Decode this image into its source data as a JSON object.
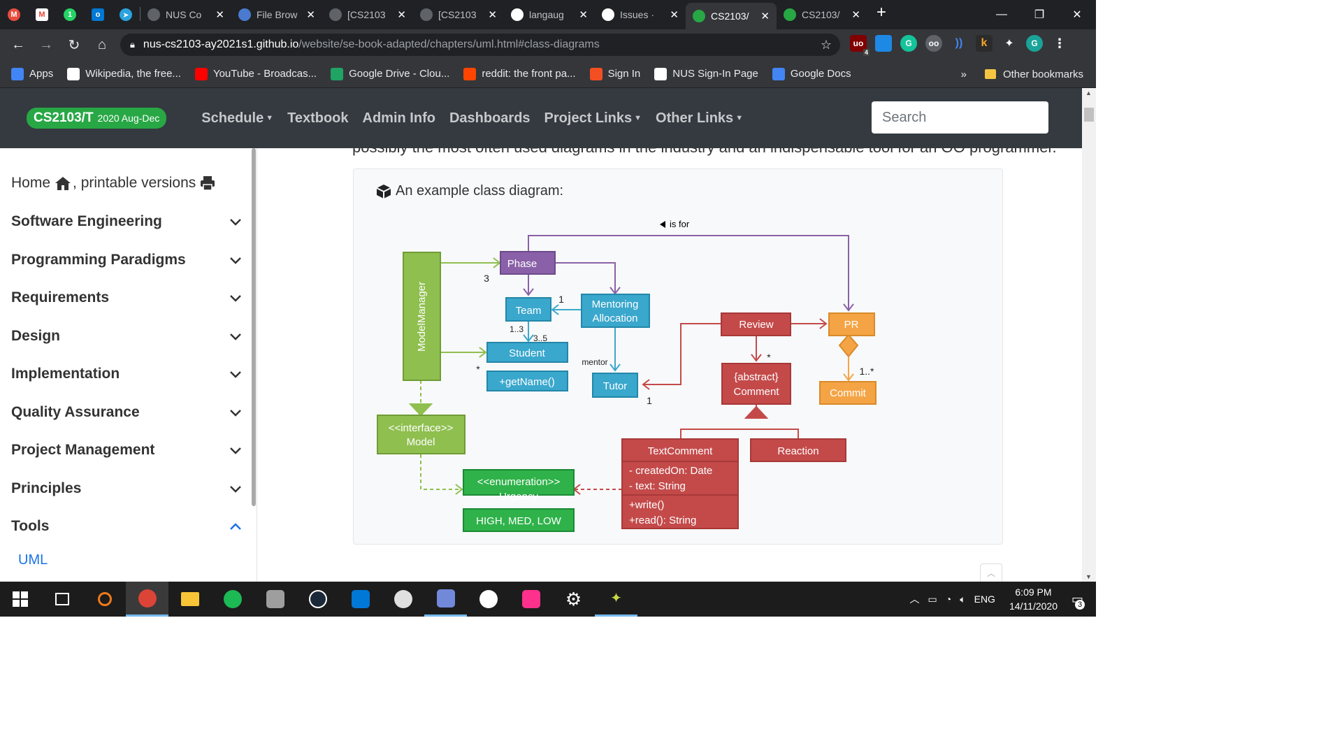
{
  "browser": {
    "tabs": [
      {
        "title": "NUS Co",
        "color": "#5f6368"
      },
      {
        "title": "File Brow",
        "color": "#4a7bd0"
      },
      {
        "title": "[CS2103",
        "color": "#5f6368"
      },
      {
        "title": "[CS2103",
        "color": "#5f6368"
      },
      {
        "title": "langaug",
        "color": "#ffffff"
      },
      {
        "title": "Issues ·",
        "color": "#ffffff"
      },
      {
        "title": "CS2103/",
        "color": "#28a745"
      },
      {
        "title": "CS2103/",
        "color": "#28a745"
      }
    ],
    "pinned_badge": "1",
    "url_host": "nus-cs2103-ay2021s1.github.io",
    "url_path": "/website/se-book-adapted/chapters/uml.html#class-diagrams",
    "ext_badge": "4",
    "profile_letter": "G",
    "bookmarks": [
      {
        "label": "Apps",
        "color": "#4285f4"
      },
      {
        "label": "Wikipedia, the free...",
        "color": "#ffffff"
      },
      {
        "label": "YouTube - Broadcas...",
        "color": "#ff0000"
      },
      {
        "label": "Google Drive - Clou...",
        "color": "#1fa463"
      },
      {
        "label": "reddit: the front pa...",
        "color": "#ff4500"
      },
      {
        "label": "Sign In",
        "color": "#f25022"
      },
      {
        "label": "NUS Sign-In Page",
        "color": "#ffffff"
      },
      {
        "label": "Google Docs",
        "color": "#4285f4"
      }
    ],
    "more": "»",
    "other_bookmarks": "Other bookmarks"
  },
  "site": {
    "brand": "CS2103/T",
    "brand_term": "2020 Aug-Dec",
    "nav": [
      {
        "label": "Schedule",
        "dropdown": true
      },
      {
        "label": "Textbook",
        "dropdown": false
      },
      {
        "label": "Admin Info",
        "dropdown": false
      },
      {
        "label": "Dashboards",
        "dropdown": false
      },
      {
        "label": "Project Links",
        "dropdown": true
      },
      {
        "label": "Other Links",
        "dropdown": true
      }
    ],
    "search_placeholder": "Search"
  },
  "sidebar": {
    "home": "Home",
    "printable": ", printable versions",
    "items": [
      {
        "label": "Software Engineering",
        "expanded": false
      },
      {
        "label": "Programming Paradigms",
        "expanded": false
      },
      {
        "label": "Requirements",
        "expanded": false
      },
      {
        "label": "Design",
        "expanded": false
      },
      {
        "label": "Implementation",
        "expanded": false
      },
      {
        "label": "Quality Assurance",
        "expanded": false
      },
      {
        "label": "Project Management",
        "expanded": false
      },
      {
        "label": "Principles",
        "expanded": false
      },
      {
        "label": "Tools",
        "expanded": true
      }
    ],
    "sub_link": "UML"
  },
  "content": {
    "cut_text": "possibly the most often used diagrams in the industry and an indispensable tool for an OO programmer.",
    "card_title": "An example class diagram:"
  },
  "diagram": {
    "colors": {
      "purple": "#8a61a8",
      "blue": "#3aa7cc",
      "green": "#8fbf4f",
      "red": "#c44a4a",
      "orange": "#f5a445",
      "dgreen": "#2fb24a"
    },
    "is_for": "is for",
    "phase": "Phase",
    "team": "Team",
    "mentoring1": "Mentoring",
    "mentoring2": "Allocation",
    "student": "Student",
    "student_op": "+getName()",
    "tutor": "Tutor",
    "model_manager": "ModelManager",
    "model1": "<<interface>>",
    "model2": "Model",
    "review": "Review",
    "pr": "PR",
    "commit": "Commit",
    "comment1": "{abstract}",
    "comment2": "Comment",
    "textcomment": "TextComment",
    "tc_attr1": "- createdOn: Date",
    "tc_attr2": "- text: String",
    "tc_op1": "+write()",
    "tc_op2": "+read(): String",
    "reaction": "Reaction",
    "urgency1": "<<enumeration>>",
    "urgency2": "Urgency",
    "urgency_vals": "HIGH, MED, LOW",
    "m_3": "3",
    "m_1a": "1",
    "m_13": "1..3",
    "m_35": "3..5",
    "m_star1": "*",
    "m_mentor": "mentor",
    "m_1b": "1",
    "m_star2": "*",
    "m_1star": "1..*"
  },
  "taskbar": {
    "time": "6:09 PM",
    "date": "14/11/2020",
    "lang": "ENG",
    "notif_count": "3"
  }
}
